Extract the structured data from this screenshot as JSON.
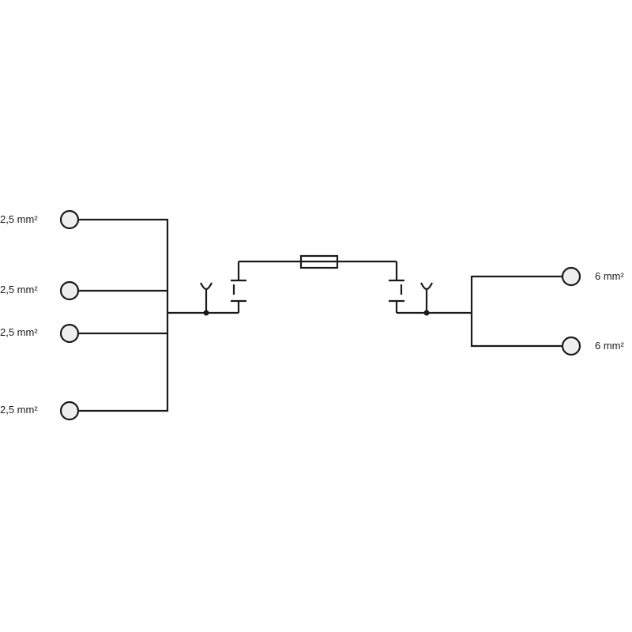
{
  "diagram": {
    "left_terminals": [
      {
        "label": "2,5 mm²"
      },
      {
        "label": "2,5 mm²"
      },
      {
        "label": "2,5 mm²"
      },
      {
        "label": "2,5 mm²"
      }
    ],
    "right_terminals": [
      {
        "label": "6 mm²"
      },
      {
        "label": "6 mm²"
      }
    ]
  }
}
